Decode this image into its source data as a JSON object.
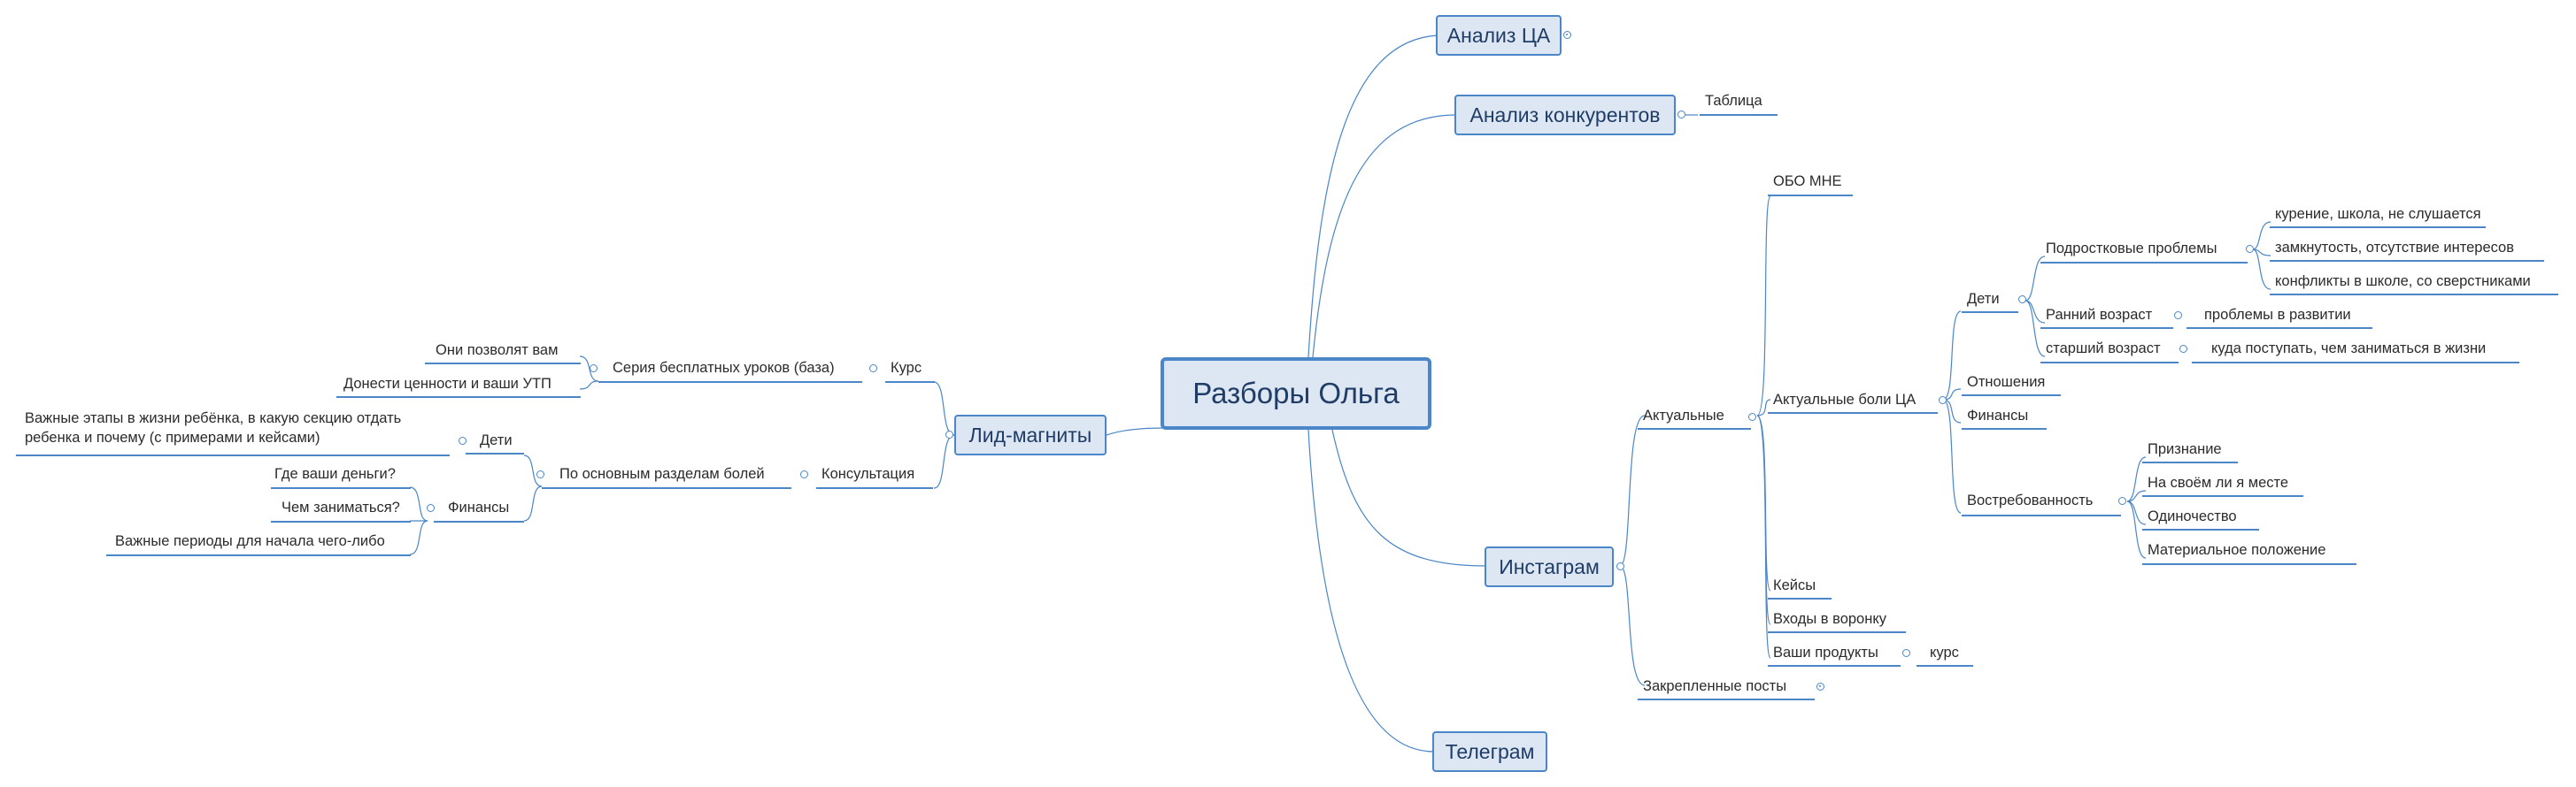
{
  "map_title": "Разборы Ольга",
  "colors": {
    "line": "#4a86c8",
    "topic_fill": "#dde6f3",
    "topic_text": "#1f3d66"
  },
  "topics": {
    "analiz_ca": "Анализ ЦА",
    "analiz_konkurentov": "Анализ конкурентов",
    "tablica": "Таблица",
    "instagram": "Инстаграм",
    "telegram": "Телеграм",
    "lid_magnity": "Лид-магниты"
  },
  "instagram": {
    "aktualnye": "Актуальные",
    "zakreplennye": "Закрепленные посты",
    "obo_mne": "ОБО МНЕ",
    "aktualnye_boli": "Актуальные боли ЦА",
    "keisy": "Кейсы",
    "vhody": "Входы в воронку",
    "vashi_produkty": "Ваши продукты",
    "kurs": "курс",
    "deti": "Дети",
    "otnosheniya": "Отношения",
    "finansy": "Финансы",
    "vostrebovannost": "Востребованность",
    "podrostkovye": "Подростковые проблемы",
    "ranniy": "Ранний возраст",
    "starshiy": "старший возраст",
    "kurenie": "курение, школа, не слушается",
    "zamknutost": "замкнутость, отсутствие интересов",
    "konflikty": "конфликты в школе, со сверстниками",
    "problemy_razvitiya": "проблемы в развитии",
    "kuda_postupat": "куда поступать, чем заниматься в жизни",
    "priznanie": "Признание",
    "na_svoem_meste": "На своём ли я месте",
    "odinochestvo": "Одиночество",
    "materialnoe": "Материальное положение"
  },
  "lead": {
    "kurs": "Курс",
    "konsultaciya": "Консультация",
    "seriya": "Серия бесплатных уроков (база)",
    "oni_pozvolyat": "Они позволят вам",
    "donesti": "Донести ценности и ваши УТП",
    "po_razdelam": "По основным разделам болей",
    "deti": "Дети",
    "finansy": "Финансы",
    "vazhnye_etapy": "Важные этапы в жизни ребёнка, в какую секцию отдать ребенка и почему (с примерами и кейсами)",
    "gde_dengi": "Где ваши деньги?",
    "chem_zanimatsya": "Чем заниматься?",
    "vazhnye_periody": "Важные периоды для начала чего-либо"
  }
}
